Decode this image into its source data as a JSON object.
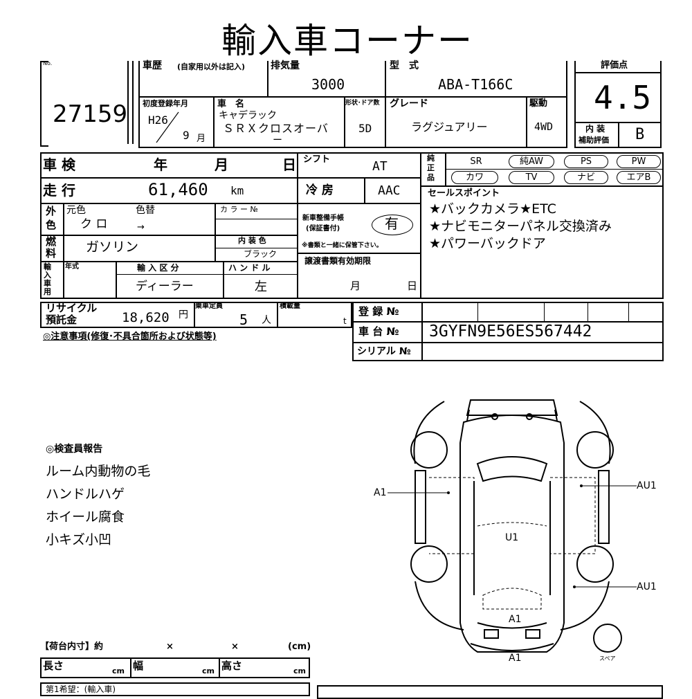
{
  "title": "輸入車コーナー",
  "lot": {
    "label": "No.",
    "number": "27159"
  },
  "header": {
    "history_label": "車歴",
    "history_note": "(自家用以外は記入)",
    "displacement_label": "排気量",
    "displacement": "3000",
    "model_label": "型　式",
    "model": "ABA-T166C",
    "score_label": "評価点",
    "score": "4.5",
    "first_reg_label": "初度登録年月",
    "first_reg_year": "H26",
    "first_reg_month": "9",
    "month_unit": "月",
    "car_name_label": "車　名",
    "car_name_line1": "キャデラック",
    "car_name_line2": "ＳＲＸクロスオーバ",
    "car_name_line3": "ー",
    "doors_label": "形状･ドア数",
    "doors": "5D",
    "grade_label": "グレード",
    "grade": "ラグジュアリー",
    "drive_label": "駆動",
    "drive": "4WD",
    "interior_label_1": "内 装",
    "interior_label_2": "補助評価",
    "interior_score": "B"
  },
  "inspection": {
    "label": "車 検",
    "year": "年",
    "month": "月",
    "day": "日"
  },
  "shift": {
    "label": "シフト",
    "value": "AT"
  },
  "mileage": {
    "label": "走 行",
    "value": "61,460",
    "unit": "km"
  },
  "ac": {
    "label": "冷 房",
    "value": "AAC"
  },
  "color": {
    "label1": "外",
    "label2": "色",
    "original_label": "元色",
    "original": "ク ロ",
    "change_label": "色替",
    "arrow": "→",
    "code_label": "カ ラ ー №"
  },
  "warranty": {
    "label1": "新車整備手帳",
    "label2": "(保証書付)",
    "value": "有",
    "note": "※書類と一緒に保管下さい。"
  },
  "fuel": {
    "label1": "燃",
    "label2": "料",
    "value": "ガソリン",
    "interior_color_label": "内 装 色",
    "interior_color": "ブラック"
  },
  "import": {
    "label": "輸入車用",
    "year_label": "年式",
    "type_label": "輸 入 区 分",
    "type": "ディーラー",
    "handle_label": "ハ ン ド ル",
    "handle": "左"
  },
  "transfer": {
    "label": "譲渡書類有効期限",
    "month": "月",
    "day": "日"
  },
  "recycle": {
    "label1": "リサイクル",
    "label2": "預託金",
    "value": "18,620",
    "unit": "円",
    "capacity_label": "乗車定員",
    "capacity": "5",
    "capacity_unit": "人",
    "load_label": "積載量",
    "load_unit": "t"
  },
  "registration": {
    "reg_label": "登 録 №",
    "chassis_label": "車 台 №",
    "chassis": "3GYFN9E56ES567442",
    "serial_label": "シリアル №"
  },
  "notes_label": "◎注意事項(修復･不具合箇所および状態等)",
  "equipment": {
    "label": "純正品",
    "items": [
      "SR",
      "純AW",
      "PS",
      "PW",
      "カワ",
      "TV",
      "ナビ",
      "エアB"
    ]
  },
  "sales": {
    "label": "セールスポイント",
    "lines": [
      "★バックカメラ★ETC",
      "★ナビモニターパネル交換済み",
      "★パワーバックドア"
    ]
  },
  "inspector": {
    "label": "◎検査員報告",
    "lines": [
      "ルーム内動物の毛",
      "ハンドルハゲ",
      "ホイール腐食",
      "小キズ小凹"
    ]
  },
  "diagram": {
    "marks": [
      "A1",
      "AU1",
      "U1",
      "AU1",
      "A1",
      "A1"
    ],
    "spare_label": "スペア"
  },
  "cargo": {
    "label": "【荷台内寸】約",
    "x1": "×",
    "x2": "×",
    "unit": "(cm)",
    "length_label": "長さ",
    "width_label": "幅",
    "height_label": "高さ",
    "cm": "cm",
    "next_label": "第1希望：(輸入車)"
  }
}
